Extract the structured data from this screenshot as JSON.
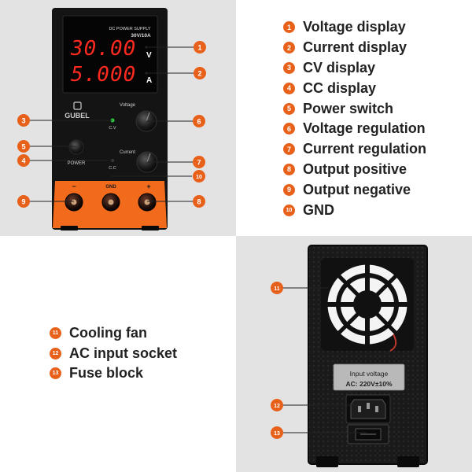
{
  "colors": {
    "accent": "#e8611a",
    "panel_bg": "#e3e3e3",
    "led_red": "#ff2a1f",
    "body_black": "#141414",
    "front_orange": "#f26a1b"
  },
  "device_front": {
    "header_line1": "DC POWER SUPPLY",
    "header_line2": "30V/10A",
    "voltage_reading": "30.00",
    "voltage_unit": "V",
    "current_reading": "5.000",
    "current_unit": "A",
    "brand": "GUBEL",
    "cv_label": "C.V",
    "cc_label": "C.C",
    "voltage_knob_label": "Voltage",
    "current_knob_label": "Current",
    "power_label": "POWER",
    "minus_label": "−",
    "gnd_label": "GND",
    "plus_label": "+"
  },
  "device_back": {
    "input_title": "Input voltage",
    "input_value": "AC: 220V±10%"
  },
  "callout_markers": {
    "m1": "1",
    "m2": "2",
    "m3": "3",
    "m4": "4",
    "m5": "5",
    "m6": "6",
    "m7": "7",
    "m8": "8",
    "m9": "9",
    "m10": "10",
    "m11": "11",
    "m12": "12",
    "m13": "13"
  },
  "legend_top": [
    {
      "num": "1",
      "label": "Voltage display"
    },
    {
      "num": "2",
      "label": "Current display"
    },
    {
      "num": "3",
      "label": "CV display"
    },
    {
      "num": "4",
      "label": "CC display"
    },
    {
      "num": "5",
      "label": "Power switch"
    },
    {
      "num": "6",
      "label": "Voltage regulation"
    },
    {
      "num": "7",
      "label": "Current regulation"
    },
    {
      "num": "8",
      "label": "Output positive"
    },
    {
      "num": "9",
      "label": "Output negative"
    },
    {
      "num": "10",
      "label": "GND"
    }
  ],
  "legend_bottom": [
    {
      "num": "11",
      "label": "Cooling fan"
    },
    {
      "num": "12",
      "label": "AC input socket"
    },
    {
      "num": "13",
      "label": "Fuse block"
    }
  ]
}
